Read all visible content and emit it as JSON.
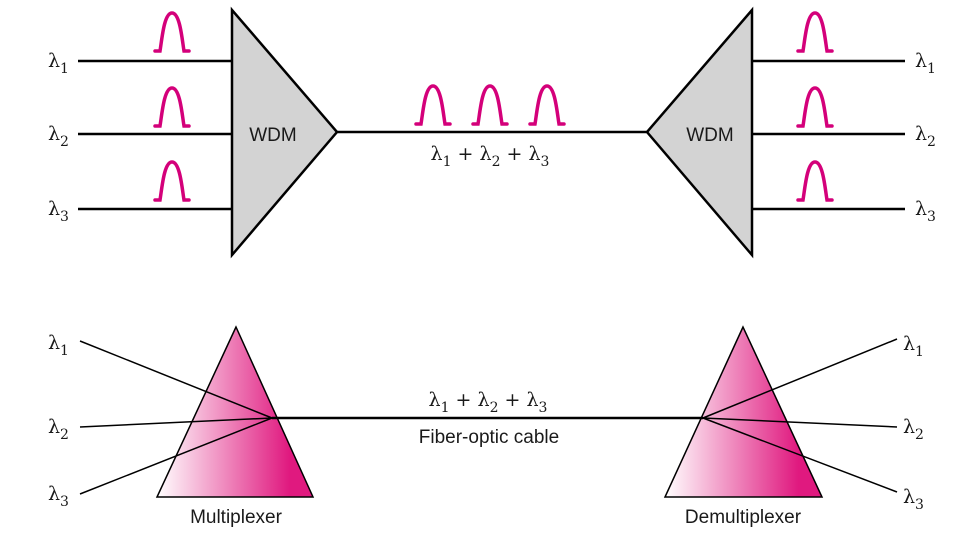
{
  "colors": {
    "pulse": "#d4007a",
    "wdm_fill": "#d3d3d3",
    "prism_dark": "#e0197f",
    "prism_light": "#ffffff"
  },
  "lambda_symbol": "λ",
  "top": {
    "mux_label": "WDM",
    "demux_label": "WDM",
    "inputs": [
      {
        "sym": "λ",
        "sub": "1"
      },
      {
        "sym": "λ",
        "sub": "2"
      },
      {
        "sym": "λ",
        "sub": "3"
      }
    ],
    "outputs": [
      {
        "sym": "λ",
        "sub": "1"
      },
      {
        "sym": "λ",
        "sub": "2"
      },
      {
        "sym": "λ",
        "sub": "3"
      }
    ],
    "combined": {
      "t1": "λ",
      "s1": "1",
      "plus1": " + ",
      "t2": "λ",
      "s2": "2",
      "plus2": " + ",
      "t3": "λ",
      "s3": "3"
    }
  },
  "bottom": {
    "inputs": [
      {
        "sym": "λ",
        "sub": "1"
      },
      {
        "sym": "λ",
        "sub": "2"
      },
      {
        "sym": "λ",
        "sub": "3"
      }
    ],
    "outputs": [
      {
        "sym": "λ",
        "sub": "1"
      },
      {
        "sym": "λ",
        "sub": "2"
      },
      {
        "sym": "λ",
        "sub": "3"
      }
    ],
    "combined": {
      "t1": "λ",
      "s1": "1",
      "plus1": " + ",
      "t2": "λ",
      "s2": "2",
      "plus2": " + ",
      "t3": "λ",
      "s3": "3"
    },
    "cable_label": "Fiber-optic cable",
    "mux_label": "Multiplexer",
    "demux_label": "Demultiplexer"
  }
}
